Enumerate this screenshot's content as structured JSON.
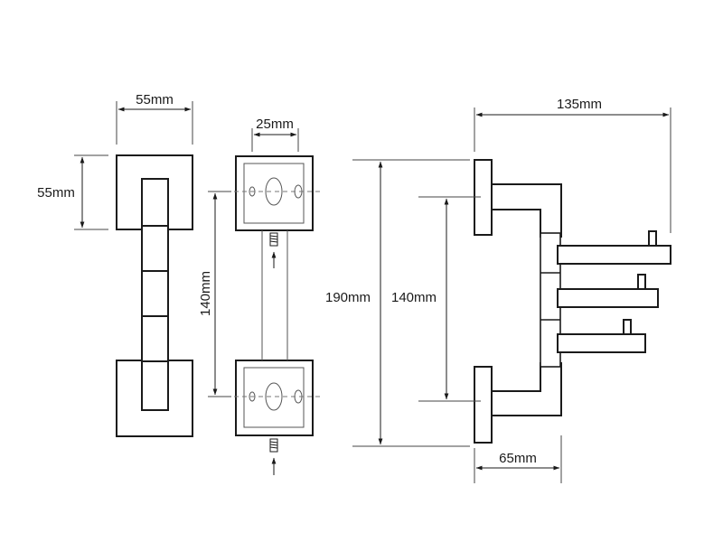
{
  "dimensions": {
    "front_width": "55mm",
    "front_height": "55mm",
    "hole_spacing_width": "25mm",
    "hole_spacing_height": "140mm",
    "side_total_height": "190mm",
    "side_inner_height": "140mm",
    "total_depth": "135mm",
    "base_depth": "65mm"
  }
}
